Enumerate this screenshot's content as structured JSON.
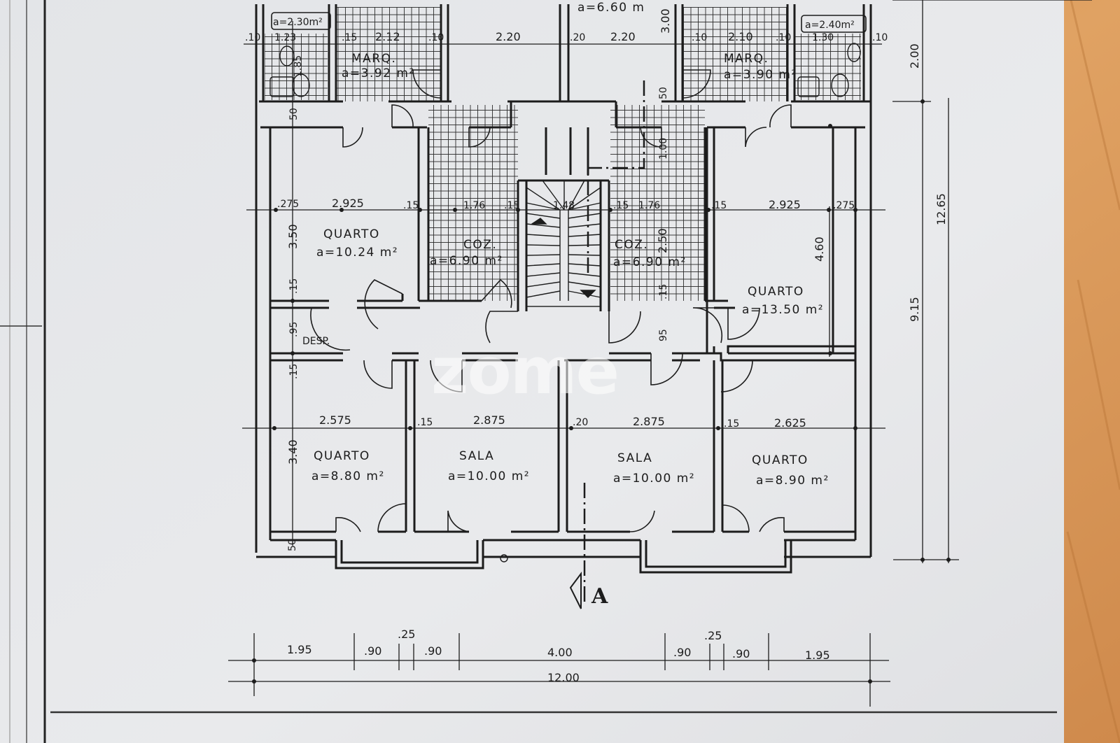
{
  "watermark": "zome",
  "section_marker": "A",
  "colors": {
    "paper": "#e5e6e8",
    "line": "#1c1c1c",
    "wood": "#d99656"
  },
  "rooms": {
    "marq_left": {
      "name": "MARQ.",
      "area": "a=3.92 m²"
    },
    "marq_right": {
      "name": "MARQ.",
      "area": "a=3.90 m²"
    },
    "wc_left_area": "a=2.30m²",
    "wc_right_area": "a=2.40m²",
    "top_center_area": "a=6.60 m",
    "quarto_top_left": {
      "name": "QUARTO",
      "area": "a=10.24 m²"
    },
    "quarto_top_right": {
      "name": "QUARTO",
      "area": "a=13.50 m²"
    },
    "coz_left": {
      "name": "COZ.",
      "area": "a=6.90 m²"
    },
    "coz_right": {
      "name": "COZ.",
      "area": "a=6.90 m²"
    },
    "desp": {
      "name": "DESP."
    },
    "quarto_bottom_left": {
      "name": "QUARTO",
      "area": "a=8.80 m²"
    },
    "sala_left": {
      "name": "SALA",
      "area": "a=10.00 m²"
    },
    "sala_right": {
      "name": "SALA",
      "area": "a=10.00 m²"
    },
    "quarto_bottom_right": {
      "name": "QUARTO",
      "area": "a=8.90 m²"
    }
  },
  "dims_top": {
    "d10_a": ".10",
    "d123": "1.23",
    "d15_a": ".15",
    "d212": "2.12",
    "d10_b": ".10",
    "d220_a": "2.20",
    "d20": ".20",
    "d220_b": "2.20",
    "d300": "3.00",
    "d10_c": ".10",
    "d210": "2.10",
    "d10_d": ".10",
    "d130": "1.30",
    "d10_e": ".10",
    "d185": "1.85",
    "d50_a": "50",
    "d50_b": "50",
    "d100": "1.00"
  },
  "dims_row2": {
    "d275_a": ".275",
    "d2925_a": "2.925",
    "d15_a": ".15",
    "d176_a": "1.76",
    "d15_b": ".15",
    "d148": "1.48",
    "d15_c": ".15",
    "d176_b": "1.76",
    "d15_d": ".15",
    "d2925_b": "2.925",
    "d275_b": ".275"
  },
  "dims_left": {
    "d350": "3.50",
    "d15_a": ".15",
    "d95_a": ".95",
    "d15_b": ".15",
    "d340": "3.40",
    "d50": "50"
  },
  "dims_mid": {
    "d250": "2.50",
    "d15": ".15",
    "d95": "95",
    "d460": "4.60"
  },
  "dims_row3": {
    "d2575": "2.575",
    "d15_a": ".15",
    "d2875_a": "2.875",
    "d20": ".20",
    "d2875_b": "2.875",
    "d15_b": ".15",
    "d2625": "2.625"
  },
  "dims_right": {
    "d200": "2.00",
    "d1265": "12.65",
    "d915": "9.15"
  },
  "dims_bottom": {
    "d195_a": "1.95",
    "d90_a": ".90",
    "d25_a": ".25",
    "d90_b": ".90",
    "d400": "4.00",
    "d90_c": ".90",
    "d25_b": ".25",
    "d90_d": ".90",
    "d195_b": "1.95",
    "d1200": "12.00"
  }
}
